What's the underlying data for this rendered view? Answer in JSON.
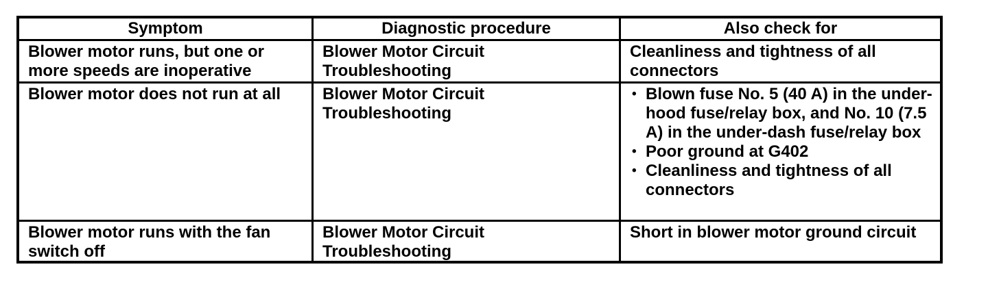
{
  "table": {
    "bullet_char": "•",
    "colors": {
      "border": "#000000",
      "text": "#000000",
      "background": "#ffffff"
    },
    "headers": [
      "Symptom",
      "Diagnostic procedure",
      "Also check for"
    ],
    "rows": [
      {
        "symptom": "Blower motor runs, but one or more speeds are inoperative",
        "diagnostic_procedure": "Blower Motor Circuit Troubleshooting",
        "also_check_for": [
          "Cleanliness and tightness of all connectors"
        ]
      },
      {
        "symptom": "Blower motor does not run at all",
        "diagnostic_procedure": "Blower Motor Circuit Troubleshooting",
        "also_check_for": [
          "Blown fuse No. 5 (40 A) in the under-hood fuse/relay box, and No. 10 (7.5 A) in the under-dash fuse/relay box",
          "Poor ground at G402",
          "Cleanliness and tightness of all connectors"
        ]
      },
      {
        "symptom": "Blower motor runs with the fan switch off",
        "diagnostic_procedure": "Blower Motor Circuit Troubleshooting",
        "also_check_for": [
          "Short in blower motor ground circuit"
        ]
      }
    ]
  }
}
